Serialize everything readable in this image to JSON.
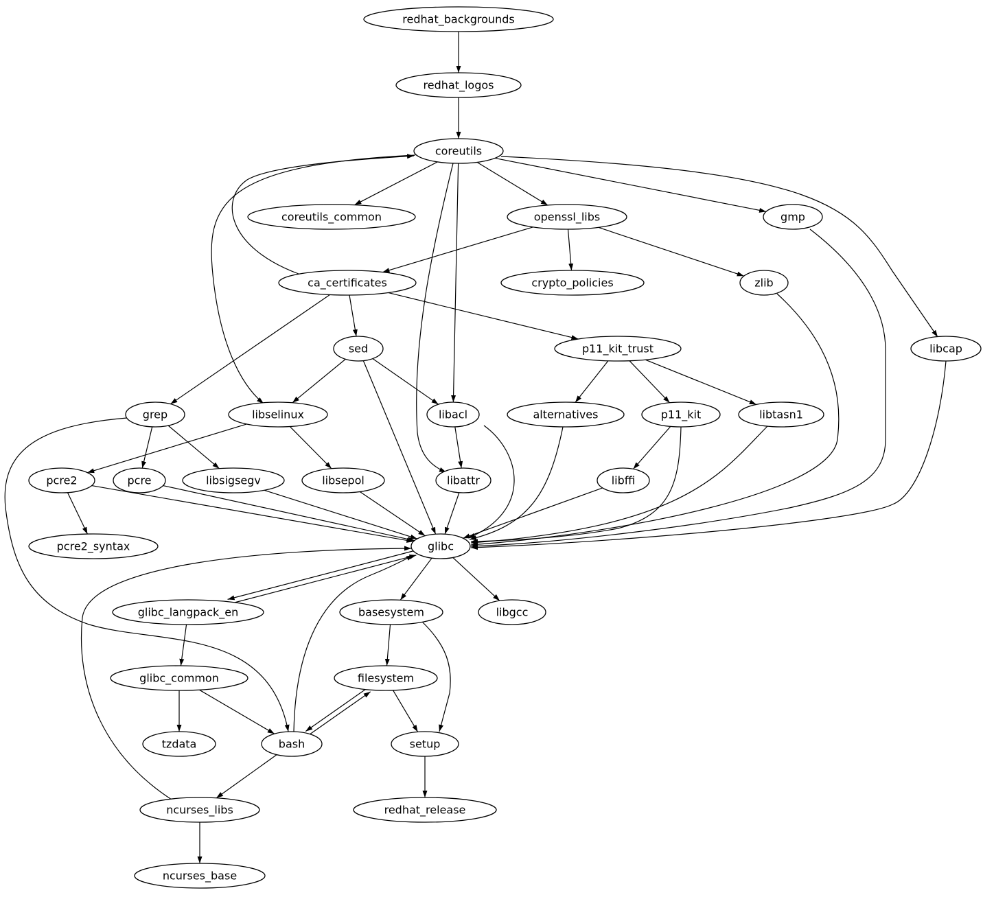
{
  "graph": {
    "nodes": [
      "redhat_backgrounds",
      "redhat_logos",
      "coreutils",
      "coreutils_common",
      "openssl_libs",
      "gmp",
      "ca_certificates",
      "crypto_policies",
      "zlib",
      "sed",
      "p11_kit_trust",
      "libcap",
      "grep",
      "libselinux",
      "libacl",
      "alternatives",
      "p11_kit",
      "libtasn1",
      "pcre2",
      "pcre",
      "libsigsegv",
      "libsepol",
      "libattr",
      "libffi",
      "pcre2_syntax",
      "glibc",
      "glibc_langpack_en",
      "basesystem",
      "libgcc",
      "glibc_common",
      "filesystem",
      "tzdata",
      "bash",
      "setup",
      "ncurses_libs",
      "redhat_release",
      "ncurses_base"
    ],
    "edges": [
      [
        "redhat_backgrounds",
        "redhat_logos"
      ],
      [
        "redhat_logos",
        "coreutils"
      ],
      [
        "coreutils",
        "coreutils_common"
      ],
      [
        "coreutils",
        "openssl_libs"
      ],
      [
        "coreutils",
        "gmp"
      ],
      [
        "coreutils",
        "libcap"
      ],
      [
        "coreutils",
        "libacl"
      ],
      [
        "coreutils",
        "libattr"
      ],
      [
        "coreutils",
        "libselinux"
      ],
      [
        "ca_certificates",
        "coreutils"
      ],
      [
        "openssl_libs",
        "ca_certificates"
      ],
      [
        "openssl_libs",
        "crypto_policies"
      ],
      [
        "openssl_libs",
        "zlib"
      ],
      [
        "gmp",
        "glibc"
      ],
      [
        "zlib",
        "glibc"
      ],
      [
        "libcap",
        "glibc"
      ],
      [
        "ca_certificates",
        "sed"
      ],
      [
        "ca_certificates",
        "p11_kit_trust"
      ],
      [
        "ca_certificates",
        "grep"
      ],
      [
        "sed",
        "libselinux"
      ],
      [
        "sed",
        "libacl"
      ],
      [
        "sed",
        "glibc"
      ],
      [
        "p11_kit_trust",
        "alternatives"
      ],
      [
        "p11_kit_trust",
        "p11_kit"
      ],
      [
        "p11_kit_trust",
        "libtasn1"
      ],
      [
        "grep",
        "pcre"
      ],
      [
        "grep",
        "libsigsegv"
      ],
      [
        "grep",
        "bash"
      ],
      [
        "libselinux",
        "pcre2"
      ],
      [
        "libselinux",
        "libsepol"
      ],
      [
        "libacl",
        "libattr"
      ],
      [
        "libacl",
        "glibc"
      ],
      [
        "alternatives",
        "glibc"
      ],
      [
        "p11_kit",
        "libffi"
      ],
      [
        "p11_kit",
        "glibc"
      ],
      [
        "libtasn1",
        "glibc"
      ],
      [
        "libffi",
        "glibc"
      ],
      [
        "pcre2",
        "pcre2_syntax"
      ],
      [
        "pcre2",
        "glibc"
      ],
      [
        "pcre",
        "glibc"
      ],
      [
        "libsigsegv",
        "glibc"
      ],
      [
        "libsepol",
        "glibc"
      ],
      [
        "libattr",
        "glibc"
      ],
      [
        "glibc",
        "glibc_langpack_en"
      ],
      [
        "glibc_langpack_en",
        "glibc"
      ],
      [
        "glibc",
        "basesystem"
      ],
      [
        "glibc",
        "libgcc"
      ],
      [
        "basesystem",
        "filesystem"
      ],
      [
        "basesystem",
        "setup"
      ],
      [
        "glibc_langpack_en",
        "glibc_common"
      ],
      [
        "glibc_common",
        "tzdata"
      ],
      [
        "glibc_common",
        "bash"
      ],
      [
        "bash",
        "glibc"
      ],
      [
        "bash",
        "filesystem"
      ],
      [
        "filesystem",
        "bash"
      ],
      [
        "filesystem",
        "setup"
      ],
      [
        "bash",
        "ncurses_libs"
      ],
      [
        "ncurses_libs",
        "glibc"
      ],
      [
        "ncurses_libs",
        "ncurses_base"
      ],
      [
        "setup",
        "redhat_release"
      ]
    ]
  }
}
